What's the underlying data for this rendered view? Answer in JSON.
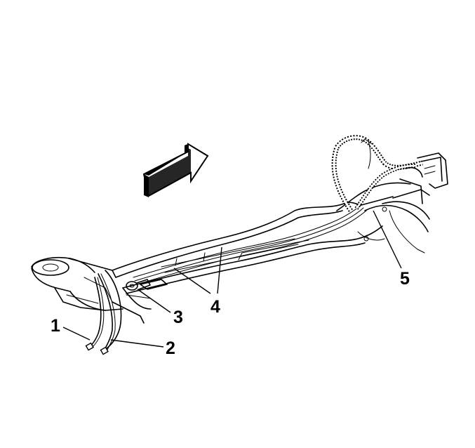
{
  "callouts": [
    {
      "id": "1",
      "label": "1"
    },
    {
      "id": "2",
      "label": "2"
    },
    {
      "id": "3",
      "label": "3"
    },
    {
      "id": "4",
      "label": "4"
    },
    {
      "id": "5",
      "label": "5"
    }
  ],
  "icons": {
    "direction_arrow": "direction-arrow-icon"
  },
  "colors": {
    "ink": "#000000",
    "background": "#ffffff",
    "arrow_fill": "#ffffff"
  }
}
